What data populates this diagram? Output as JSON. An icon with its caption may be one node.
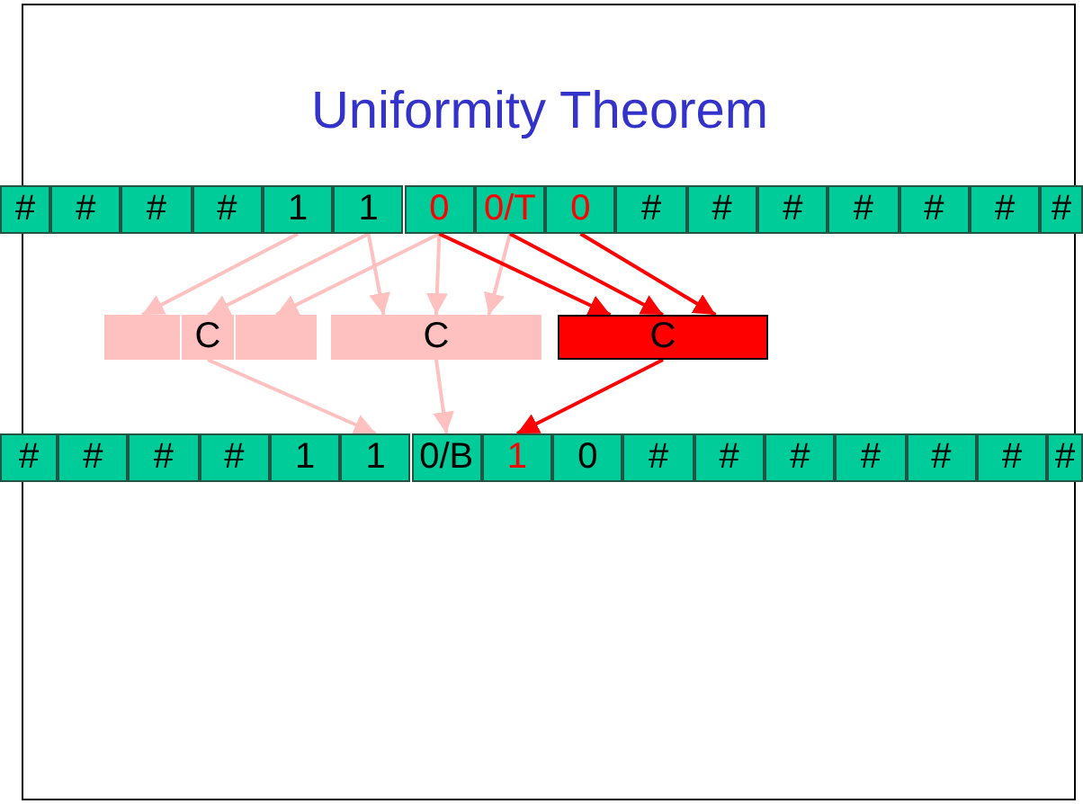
{
  "diagram": {
    "title": "Uniformity Theorem",
    "nodes": [
      {
        "text": [
          "#"
        ]
      },
      {
        "text": [
          "#"
        ]
      },
      {
        "text": [
          "#"
        ]
      },
      {
        "text": [
          "#"
        ]
      },
      {
        "text": [
          "1"
        ]
      },
      {
        "text": [
          "1"
        ]
      },
      {
        "text": [
          "0"
        ]
      },
      {
        "text": [
          "0/T"
        ]
      },
      {
        "text": [
          "0"
        ]
      },
      {
        "text": [
          "#"
        ]
      },
      {
        "text": [
          "#"
        ]
      },
      {
        "text": [
          "#"
        ]
      },
      {
        "text": [
          "#"
        ]
      },
      {
        "text": [
          "#"
        ]
      },
      {
        "text": [
          "#"
        ]
      },
      {
        "text": [
          "#"
        ]
      },
      {
        "text": [],
        "shape": "box"
      },
      {
        "text": [
          "C"
        ]
      },
      {
        "text": [],
        "shape": "box"
      },
      {
        "text": [
          "C"
        ]
      },
      {
        "text": [
          "C"
        ]
      },
      {
        "text": [
          "#"
        ]
      },
      {
        "text": [
          "#"
        ]
      },
      {
        "text": [
          "#"
        ]
      },
      {
        "text": [
          "#"
        ]
      },
      {
        "text": [
          "1"
        ]
      },
      {
        "text": [
          "1"
        ]
      },
      {
        "text": [
          "0/B"
        ]
      },
      {
        "text": [
          "1"
        ]
      },
      {
        "text": [
          "0"
        ]
      },
      {
        "text": [
          "#"
        ]
      },
      {
        "text": [
          "#"
        ]
      },
      {
        "text": [
          "#"
        ]
      },
      {
        "text": [
          "#"
        ]
      },
      {
        "text": [
          "#"
        ]
      },
      {
        "text": [
          "#"
        ]
      },
      {
        "text": [
          "#"
        ]
      }
    ],
    "edges": [
      {
        "from": 4,
        "to": 16,
        "arrow": "to"
      },
      {
        "from": 5,
        "to": 17,
        "arrow": "to"
      },
      {
        "from": 6,
        "to": 18,
        "arrow": "to"
      },
      {
        "from": 5,
        "to": 19,
        "arrow": "to"
      },
      {
        "from": 6,
        "to": 19,
        "arrow": "to"
      },
      {
        "from": 7,
        "to": 19,
        "arrow": "to"
      },
      {
        "from": 6,
        "to": 20,
        "arrow": "to",
        "color": "#ff0000"
      },
      {
        "from": 7,
        "to": 20,
        "arrow": "to",
        "color": "#ff0000"
      },
      {
        "from": 8,
        "to": 20,
        "arrow": "to",
        "color": "#ff0000"
      },
      {
        "from": 17,
        "to": 26,
        "arrow": "to"
      },
      {
        "from": 19,
        "to": 27,
        "arrow": "to"
      },
      {
        "from": 20,
        "to": 28,
        "arrow": "to",
        "color": "#ff0000"
      }
    ]
  }
}
